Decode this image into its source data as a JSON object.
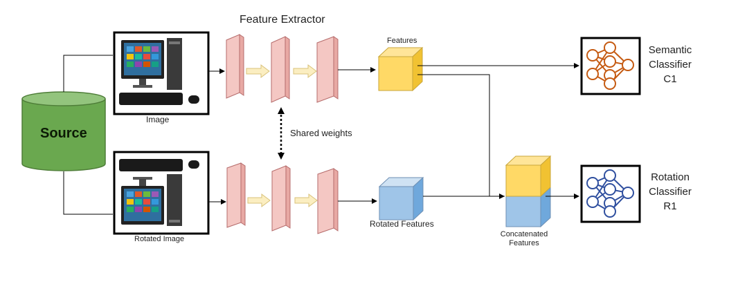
{
  "title": "Feature Extractor",
  "source": "Source",
  "image_label": "Image",
  "rotated_image_label": "Rotated Image",
  "shared_weights": "Shared weights",
  "features_label": "Features",
  "rotated_features_label": "Rotated Features",
  "concatenated_label": [
    "Concatenated",
    "Features"
  ],
  "semantic_classifier": [
    "Semantic",
    "Classifier",
    "C1"
  ],
  "rotation_classifier": [
    "Rotation",
    "Classifier",
    "R1"
  ],
  "colors": {
    "source_green": "#6aa84f",
    "feature_yellow": "#ffd966",
    "rotated_blue": "#9fc5e8",
    "extractor_pink": "#f4c7c3",
    "arrow_yellow": "#fbeec1",
    "semantic_orange": "#c55a11",
    "rotation_blue": "#2f4f9f"
  }
}
